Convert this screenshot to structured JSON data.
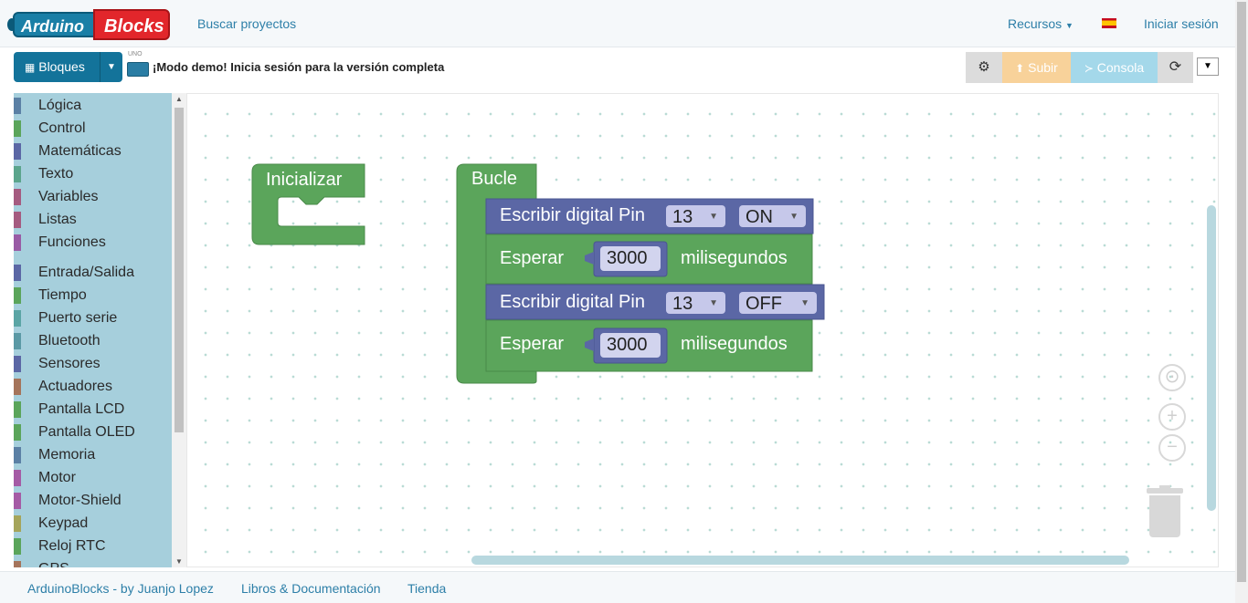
{
  "app": {
    "logo_left": "Arduino",
    "logo_right": "Blocks"
  },
  "header": {
    "search_projects": "Buscar proyectos",
    "resources": "Recursos",
    "login": "Iniciar sesión",
    "language_flag": "es"
  },
  "toolbar": {
    "blocks_button": "Bloques",
    "board_label": "UNO",
    "demo_message": "¡Modo demo! Inicia sesión para la versión completa",
    "upload": "Subir",
    "console": "Consola"
  },
  "categories": [
    {
      "label": "Lógica",
      "color": "#5b80a5"
    },
    {
      "label": "Control",
      "color": "#5ba55b"
    },
    {
      "label": "Matemáticas",
      "color": "#5b67a5"
    },
    {
      "label": "Texto",
      "color": "#5ba58c"
    },
    {
      "label": "Variables",
      "color": "#a55b80"
    },
    {
      "label": "Listas",
      "color": "#a55b80"
    },
    {
      "label": "Funciones",
      "color": "#995ba5"
    },
    {
      "label": "Entrada/Salida",
      "color": "#5b67a5"
    },
    {
      "label": "Tiempo",
      "color": "#5ba55b"
    },
    {
      "label": "Puerto serie",
      "color": "#5ba5a5"
    },
    {
      "label": "Bluetooth",
      "color": "#5b99a5"
    },
    {
      "label": "Sensores",
      "color": "#5b67a5"
    },
    {
      "label": "Actuadores",
      "color": "#a5745b"
    },
    {
      "label": "Pantalla LCD",
      "color": "#5ba55b"
    },
    {
      "label": "Pantalla OLED",
      "color": "#5ba55b"
    },
    {
      "label": "Memoria",
      "color": "#5b80a5"
    },
    {
      "label": "Motor",
      "color": "#a55ba5"
    },
    {
      "label": "Motor-Shield",
      "color": "#a55ba5"
    },
    {
      "label": "Keypad",
      "color": "#a5a55b"
    },
    {
      "label": "Reloj RTC",
      "color": "#5ba55b"
    },
    {
      "label": "GPS",
      "color": "#a5745b"
    }
  ],
  "blocks": {
    "init_label": "Inicializar",
    "loop_label": "Bucle",
    "write1": {
      "label": "Escribir digital Pin",
      "pin": "13",
      "state": "ON"
    },
    "wait1": {
      "label": "Esperar",
      "value": "3000",
      "unit": "milisegundos"
    },
    "write2": {
      "label": "Escribir digital Pin",
      "pin": "13",
      "state": "OFF"
    },
    "wait2": {
      "label": "Esperar",
      "value": "3000",
      "unit": "milisegundos"
    }
  },
  "footer": {
    "credit": "ArduinoBlocks - by Juanjo Lopez",
    "docs": "Libros & Documentación",
    "store": "Tienda"
  },
  "colors": {
    "primary": "#13739a",
    "green_block": "#5ba55b",
    "blue_block": "#5b67a5",
    "sidebar_bg": "#a6cfdc"
  }
}
